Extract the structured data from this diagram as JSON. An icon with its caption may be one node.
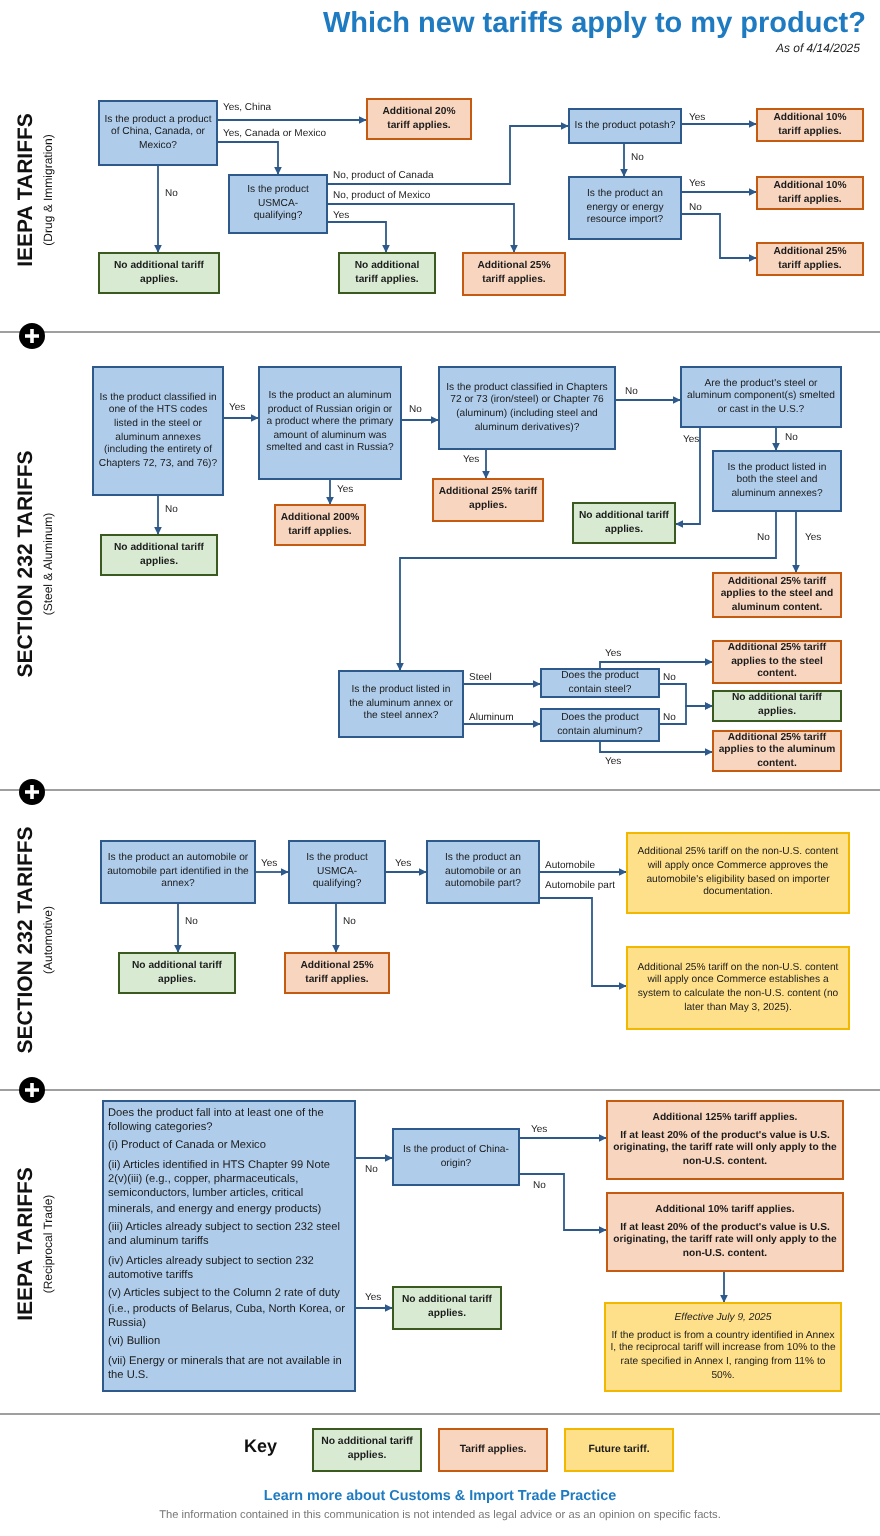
{
  "diagram": {
    "title": "Which new tariffs apply to my product?",
    "nodes": [
      {
        "text": [
          "Is the product a product of China, Canada, or Mexico?"
        ]
      },
      {
        "text": [
          "Additional 20% tariff applies."
        ]
      },
      {
        "text": [
          "Is the product USMCA-qualifying?"
        ]
      },
      {
        "text": [
          "No additional tariff applies."
        ]
      },
      {
        "text": [
          "No additional tariff applies."
        ]
      },
      {
        "text": [
          "Additional 25% tariff applies."
        ]
      },
      {
        "text": [
          "Is the product potash?"
        ]
      },
      {
        "text": [
          "Is the product an energy or energy resource import?"
        ]
      },
      {
        "text": [
          "Additional 10% tariff applies."
        ]
      },
      {
        "text": [
          "Additional 10% tariff applies."
        ]
      },
      {
        "text": [
          "Additional 25% tariff applies."
        ]
      },
      {
        "text": [
          "Is the product classified in one of the HTS codes listed in the steel or aluminum annexes (including the entirety of Chapters 72, 73, and 76)?"
        ]
      },
      {
        "text": [
          "No additional tariff applies."
        ]
      },
      {
        "text": [
          "Is the product an aluminum product of Russian origin or a product where the primary amount of aluminum was smelted and cast in Russia?"
        ]
      },
      {
        "text": [
          "Additional 200% tariff applies."
        ]
      },
      {
        "text": [
          "Is the product classified in Chapters 72 or 73 (iron/steel) or Chapter 76 (aluminum) (including steel and aluminum derivatives)?"
        ]
      },
      {
        "text": [
          "Additional 25% tariff applies."
        ]
      },
      {
        "text": [
          "Are the product's steel or aluminum component(s) smelted or cast in the U.S.?"
        ]
      },
      {
        "text": [
          "No additional tariff applies."
        ]
      },
      {
        "text": [
          "Is the product listed in both the steel and aluminum annexes?"
        ]
      },
      {
        "text": [
          "Additional 25% tariff applies to the steel and aluminum content."
        ]
      },
      {
        "text": [
          "Is the product listed in the aluminum annex or the steel annex?"
        ]
      },
      {
        "text": [
          "Does the product contain steel?"
        ]
      },
      {
        "text": [
          "Does the product contain aluminum?"
        ]
      },
      {
        "text": [
          "Additional 25% tariff applies to the steel content."
        ]
      },
      {
        "text": [
          "No additional tariff applies."
        ]
      },
      {
        "text": [
          "Additional 25% tariff applies to the aluminum content."
        ]
      },
      {
        "text": [
          "Is the product an automobile or automobile part identified in the annex?"
        ]
      },
      {
        "text": [
          "No additional tariff applies."
        ]
      },
      {
        "text": [
          "Is the product USMCA-qualifying?"
        ]
      },
      {
        "text": [
          "Additional 25% tariff applies."
        ]
      },
      {
        "text": [
          "Is the product an automobile or an automobile part?"
        ]
      },
      {
        "text": [
          "Additional 25% tariff on the non-U.S. content will apply once Commerce approves the automobile's eligibility based on importer documentation."
        ]
      },
      {
        "text": [
          "Additional 25% tariff on the non-U.S. content will apply once Commerce establishes a system to calculate the non-U.S. content (no later than May 3, 2025)."
        ]
      },
      {
        "text": [
          "Does the product fall into at least one of the following categories?",
          "(i) Product of Canada or Mexico",
          "(ii) Articles identified in HTS Chapter 99 Note 2(v)(iii) (e.g., copper, pharmaceuticals, semiconductors, lumber articles, critical minerals, and energy and energy products)",
          "(iii) Articles already subject to section 232 steel and aluminum tariffs",
          "(iv) Articles already subject to section 232 automotive tariffs",
          "(v) Articles subject to the Column 2 rate of duty (i.e., products of Belarus, Cuba, North Korea, or Russia)",
          "(vi) Bullion",
          "(vii) Energy or minerals that are not available in the U.S."
        ]
      },
      {
        "text": [
          "Is the product of China-origin?"
        ]
      },
      {
        "text": [
          "No additional tariff applies."
        ]
      },
      {
        "text": [
          "Additional 125% tariff applies.",
          "If at least 20% of the product's value is U.S. originating, the tariff rate will only apply to the non-U.S. content."
        ]
      },
      {
        "text": [
          "Additional 10% tariff applies.",
          "If at least 20% of the product's value is U.S. originating, the tariff rate will only apply to the non-U.S. content."
        ]
      },
      {
        "text": [
          "Effective July 9, 2025",
          "If the product is from a country identified in Annex I, the reciprocal tariff will increase from 10% to the rate specified in Annex I, ranging from 11% to 50%."
        ]
      }
    ],
    "edges": [
      {
        "from": 0,
        "to": 1,
        "arrow": "to",
        "label": "Yes, China"
      },
      {
        "from": 0,
        "to": 2,
        "arrow": "to",
        "label": "Yes, Canada or Mexico"
      },
      {
        "from": 0,
        "to": 3,
        "arrow": "to",
        "label": "No"
      },
      {
        "from": 2,
        "to": 6,
        "arrow": "to",
        "label": "No, product of Canada"
      },
      {
        "from": 2,
        "to": 5,
        "arrow": "to",
        "label": "No, product of Mexico"
      },
      {
        "from": 2,
        "to": 4,
        "arrow": "to",
        "label": "Yes"
      },
      {
        "from": 6,
        "to": 8,
        "arrow": "to",
        "label": "Yes"
      },
      {
        "from": 6,
        "to": 7,
        "arrow": "to",
        "label": "No"
      },
      {
        "from": 7,
        "to": 9,
        "arrow": "to",
        "label": "Yes"
      },
      {
        "from": 7,
        "to": 10,
        "arrow": "to",
        "label": "No"
      },
      {
        "from": 11,
        "to": 13,
        "arrow": "to",
        "label": "Yes"
      },
      {
        "from": 11,
        "to": 12,
        "arrow": "to",
        "label": "No"
      },
      {
        "from": 13,
        "to": 15,
        "arrow": "to",
        "label": "No"
      },
      {
        "from": 13,
        "to": 14,
        "arrow": "to",
        "label": "Yes"
      },
      {
        "from": 15,
        "to": 17,
        "arrow": "to",
        "label": "No"
      },
      {
        "from": 15,
        "to": 16,
        "arrow": "to",
        "label": "Yes"
      },
      {
        "from": 17,
        "to": 18,
        "arrow": "to",
        "label": "Yes"
      },
      {
        "from": 17,
        "to": 19,
        "arrow": "to",
        "label": "No"
      },
      {
        "from": 19,
        "to": 20,
        "arrow": "to",
        "label": "Yes"
      },
      {
        "from": 19,
        "to": 21,
        "arrow": "to",
        "label": "No"
      },
      {
        "from": 21,
        "to": 22,
        "arrow": "to",
        "label": "Steel"
      },
      {
        "from": 21,
        "to": 23,
        "arrow": "to",
        "label": "Aluminum"
      },
      {
        "from": 22,
        "to": 24,
        "arrow": "to",
        "label": "Yes"
      },
      {
        "from": 22,
        "to": 25,
        "arrow": "to",
        "label": "No"
      },
      {
        "from": 23,
        "to": 25,
        "arrow": "to",
        "label": "No"
      },
      {
        "from": 23,
        "to": 26,
        "arrow": "to",
        "label": "Yes"
      },
      {
        "from": 27,
        "to": 29,
        "arrow": "to",
        "label": "Yes"
      },
      {
        "from": 27,
        "to": 28,
        "arrow": "to",
        "label": "No"
      },
      {
        "from": 29,
        "to": 31,
        "arrow": "to",
        "label": "Yes"
      },
      {
        "from": 29,
        "to": 30,
        "arrow": "to",
        "label": "No"
      },
      {
        "from": 31,
        "to": 32,
        "arrow": "to",
        "label": "Automobile"
      },
      {
        "from": 31,
        "to": 33,
        "arrow": "to",
        "label": "Automobile part"
      },
      {
        "from": 34,
        "to": 35,
        "arrow": "to",
        "label": "No"
      },
      {
        "from": 34,
        "to": 36,
        "arrow": "to",
        "label": "Yes"
      },
      {
        "from": 35,
        "to": 37,
        "arrow": "to",
        "label": "Yes"
      },
      {
        "from": 35,
        "to": 38,
        "arrow": "to",
        "label": "No"
      },
      {
        "from": 38,
        "to": 39,
        "arrow": "to"
      }
    ],
    "labels": [
      "As of 4/14/2025",
      "IEEPA TARIFFS",
      "(Drug & Immigration)",
      "SECTION 232 TARIFFS",
      "(Steel & Aluminum)",
      "SECTION 232 TARIFFS",
      "(Automotive)",
      "IEEPA TARIFFS",
      "(Reciprocal Trade)",
      "Key",
      "Learn more about Customs & Import Trade Practice",
      "The information contained in this communication is not intended as legal advice or as an opinion on specific facts."
    ],
    "legend": [
      {
        "text": "No additional tariff applies.",
        "color": "#d9ead3"
      },
      {
        "text": "Tariff applies.",
        "color": "#f8d5be"
      },
      {
        "text": "Future tariff.",
        "color": "#ffe08a"
      }
    ]
  }
}
